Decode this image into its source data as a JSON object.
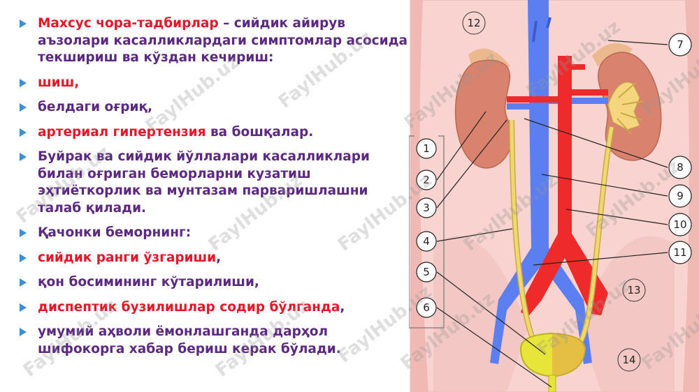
{
  "bullets": [
    {
      "parts": [
        {
          "text": "Махсус чора-тадбирлар",
          "color": "red"
        },
        {
          "text": " – сийдик айирув аъзолари касалликлардаги симптомлар асосида текшириш ва кўздан кечириш:",
          "color": "purple"
        }
      ]
    },
    {
      "parts": [
        {
          "text": "шиш,",
          "color": "red"
        }
      ]
    },
    {
      "parts": [
        {
          "text": "белдаги оғриқ,",
          "color": "purple"
        }
      ]
    },
    {
      "parts": [
        {
          "text": "артериал гипертензия",
          "color": "red"
        },
        {
          "text": " ва бошқалар.",
          "color": "purple"
        }
      ]
    },
    {
      "parts": [
        {
          "text": "Буйрак ва сийдик йўллалари касалликлари билан оғриган беморларни кузатиш эҳтиёткорлик ва мунтазам парваришлашни талаб қилади.",
          "color": "purple"
        }
      ]
    },
    {
      "parts": [
        {
          "text": "Қачонки беморнинг:",
          "color": "purple"
        }
      ]
    },
    {
      "parts": [
        {
          "text": "сийдик ранги ўзгариши",
          "color": "red"
        },
        {
          "text": ",",
          "color": "purple"
        }
      ]
    },
    {
      "parts": [
        {
          "text": "қон босимининг кўтарилиши,",
          "color": "purple"
        }
      ]
    },
    {
      "parts": [
        {
          "text": "диспептик бузилишлар содир бўлганда",
          "color": "red"
        },
        {
          "text": ",",
          "color": "purple"
        }
      ]
    },
    {
      "parts": [
        {
          "text": "умумий аҳволи ёмонлашганда дарҳол шифокорга хабар бериш керак бўлади.",
          "color": "purple"
        }
      ]
    }
  ],
  "diagram": {
    "labels": [
      "1",
      "2",
      "3",
      "4",
      "5",
      "6",
      "7",
      "8",
      "9",
      "10",
      "11",
      "12",
      "13",
      "14"
    ]
  },
  "watermark": "FaylHub.uz",
  "colors": {
    "purple": "#5b2a80",
    "red": "#e0182a",
    "bullet_marker": "#3a8fd6",
    "vein": "#5b7ff0",
    "artery": "#ee2a2a",
    "kidney": "#d9836f",
    "ureter": "#f0d870",
    "bladder": "#e7e53a",
    "background_body": "#f8d3cf"
  }
}
